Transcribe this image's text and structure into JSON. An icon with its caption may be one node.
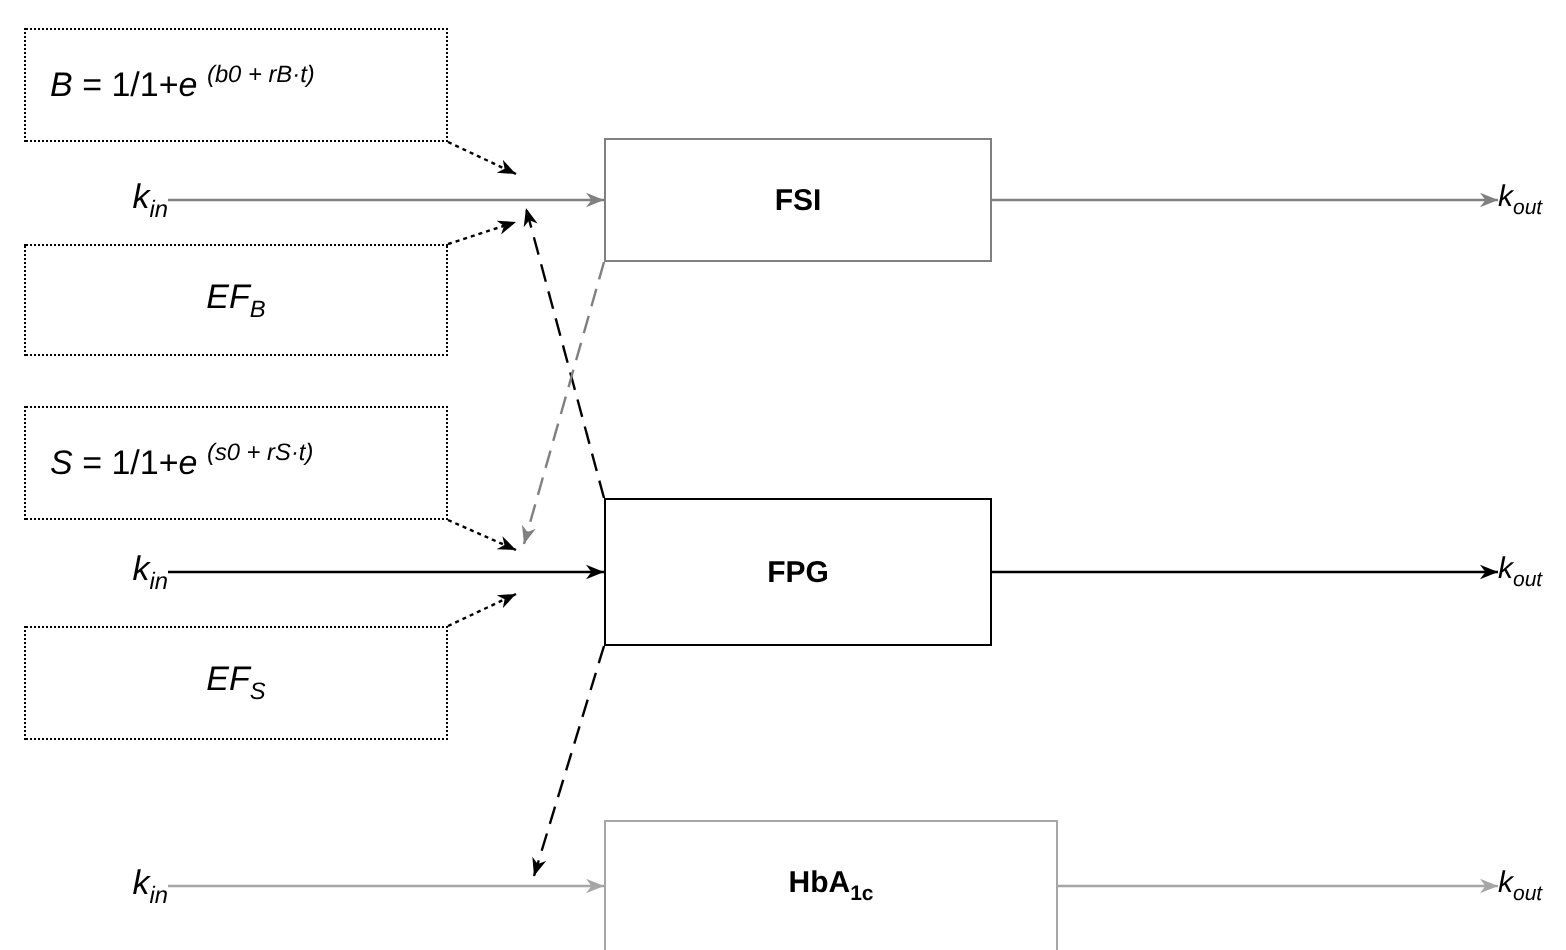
{
  "diagram": {
    "nodes": [
      {
        "text": [
          "*B* = 1/1+*e* $^{(b0 + rB·t)}$"
        ]
      },
      {
        "text": [
          "k$_{in}$"
        ]
      },
      {
        "text": [
          "FSI"
        ]
      },
      {
        "text": [
          "k$_{out}$"
        ]
      },
      {
        "text": [
          "EF$_{B}$"
        ]
      },
      {
        "text": [
          "*S* = 1/1+*e* $^{(s0 + rS·t)}$"
        ]
      },
      {
        "text": [
          "k$_{in}$"
        ]
      },
      {
        "text": [
          "FPG"
        ]
      },
      {
        "text": [
          "k$_{out}$"
        ]
      },
      {
        "text": [
          "EF$_{S}$"
        ]
      },
      {
        "text": [
          "k$_{in}$"
        ]
      },
      {
        "text": [
          "HbA$_{1c}$"
        ]
      },
      {
        "text": [
          "k$_{out}$"
        ]
      }
    ],
    "edges": [
      {
        "from": 1,
        "to": 2,
        "arrow": "to",
        "color": "#808080"
      },
      {
        "from": 2,
        "to": 3,
        "arrow": "to",
        "color": "#808080"
      },
      {
        "from": 6,
        "to": 7,
        "arrow": "to"
      },
      {
        "from": 7,
        "to": 8,
        "arrow": "to"
      },
      {
        "from": 10,
        "to": 11,
        "arrow": "to",
        "color": "#a6a6a6"
      },
      {
        "from": 11,
        "to": 12,
        "arrow": "to",
        "color": "#a6a6a6"
      },
      {
        "from": 0,
        "to": null,
        "arrow": "to",
        "style": "dashed"
      },
      {
        "from": 4,
        "to": null,
        "arrow": "to",
        "style": "dashed"
      },
      {
        "from": 5,
        "to": null,
        "arrow": "to",
        "style": "dashed"
      },
      {
        "from": 9,
        "to": null,
        "arrow": "to",
        "style": "dashed"
      },
      {
        "from": 7,
        "to": null,
        "arrow": "to",
        "style": "dashed"
      },
      {
        "from": 2,
        "to": null,
        "arrow": "to",
        "style": "dashed",
        "color": "#808080"
      },
      {
        "from": 7,
        "to": null,
        "arrow": "to",
        "style": "dashed"
      }
    ]
  }
}
